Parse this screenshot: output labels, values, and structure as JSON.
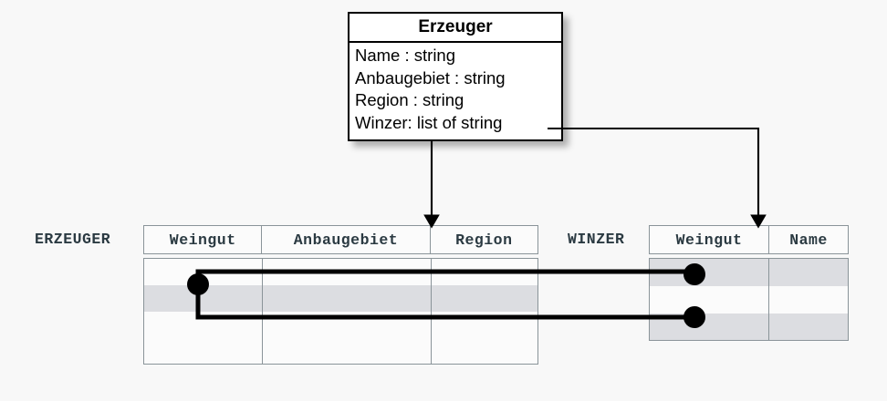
{
  "background": "#f8f8f8",
  "uml_class": {
    "name": "Erzeuger",
    "attributes": [
      "Name : string",
      "Anbaugebiet : string",
      "Region : string",
      "Winzer: list of string"
    ]
  },
  "tables": [
    {
      "label": "ERZEUGER",
      "columns": [
        "Weingut",
        "Anbaugebiet",
        "Region"
      ],
      "row_count": 4,
      "highlighted_rows": [
        2
      ],
      "cells": [
        [
          "",
          "",
          ""
        ],
        [
          "",
          "",
          ""
        ],
        [
          "",
          "",
          ""
        ],
        [
          "",
          "",
          ""
        ]
      ]
    },
    {
      "label": "WINZER",
      "columns": [
        "Weingut",
        "Name"
      ],
      "row_count": 3,
      "highlighted_rows": [
        1,
        3
      ],
      "cells": [
        [
          "",
          ""
        ],
        [
          "",
          ""
        ],
        [
          "",
          ""
        ]
      ]
    }
  ],
  "connectors": {
    "mapping_arrows": [
      {
        "from": "uml-class-bottom",
        "to": "erzeuger-table",
        "style": "arrow-down"
      },
      {
        "from": "winzer-attribute",
        "to": "winzer-table",
        "style": "arrow-elbow-right-down"
      }
    ],
    "value_links": [
      {
        "from": "erzeuger-row-2-weingut",
        "to": "winzer-row-1-weingut"
      },
      {
        "from": "erzeuger-row-2-weingut",
        "to": "winzer-row-3-weingut"
      }
    ],
    "line_color": "#000000",
    "dot_color": "#000000"
  }
}
